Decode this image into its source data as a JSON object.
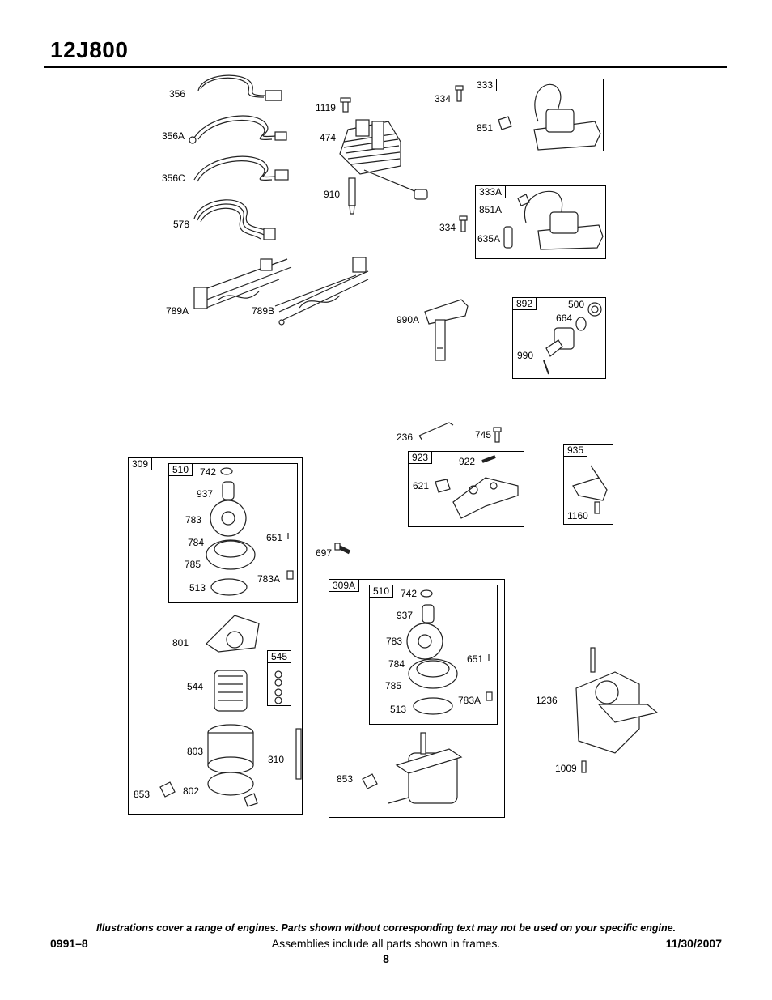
{
  "header": {
    "title": "12J800"
  },
  "frames": {
    "f333": "333",
    "f333a": "333A",
    "f892": "892",
    "f309": "309",
    "f510a": "510",
    "f545": "545",
    "f923": "923",
    "f935": "935",
    "f309a": "309A",
    "f510b": "510"
  },
  "labels": {
    "l356": "356",
    "l356a": "356A",
    "l356c": "356C",
    "l578": "578",
    "l789a": "789A",
    "l789b": "789B",
    "l1119": "1119",
    "l474": "474",
    "l910": "910",
    "l334a": "334",
    "l334b": "334",
    "l851": "851",
    "l851a": "851A",
    "l635a": "635A",
    "l990a": "990A",
    "l500": "500",
    "l664": "664",
    "l990": "990",
    "l236": "236",
    "l745": "745",
    "l922": "922",
    "l621": "621",
    "l1160": "1160",
    "l697": "697",
    "l742a": "742",
    "l937a": "937",
    "l783a": "783",
    "l784a": "784",
    "l785a": "785",
    "l513a": "513",
    "l651a": "651",
    "l783Aa": "783A",
    "l801": "801",
    "l544": "544",
    "l803": "803",
    "l310": "310",
    "l853a": "853",
    "l802": "802",
    "l742b": "742",
    "l937b": "937",
    "l783b": "783",
    "l784b": "784",
    "l785b": "785",
    "l513b": "513",
    "l651b": "651",
    "l783Ab": "783A",
    "l853b": "853",
    "l1236": "1236",
    "l1009": "1009"
  },
  "footer": {
    "note": "Illustrations cover a range of engines. Parts shown without corresponding text may not be used on your specific engine.",
    "code": "0991–8",
    "assemblies": "Assemblies include all parts shown in frames.",
    "date": "11/30/2007",
    "page": "8"
  }
}
